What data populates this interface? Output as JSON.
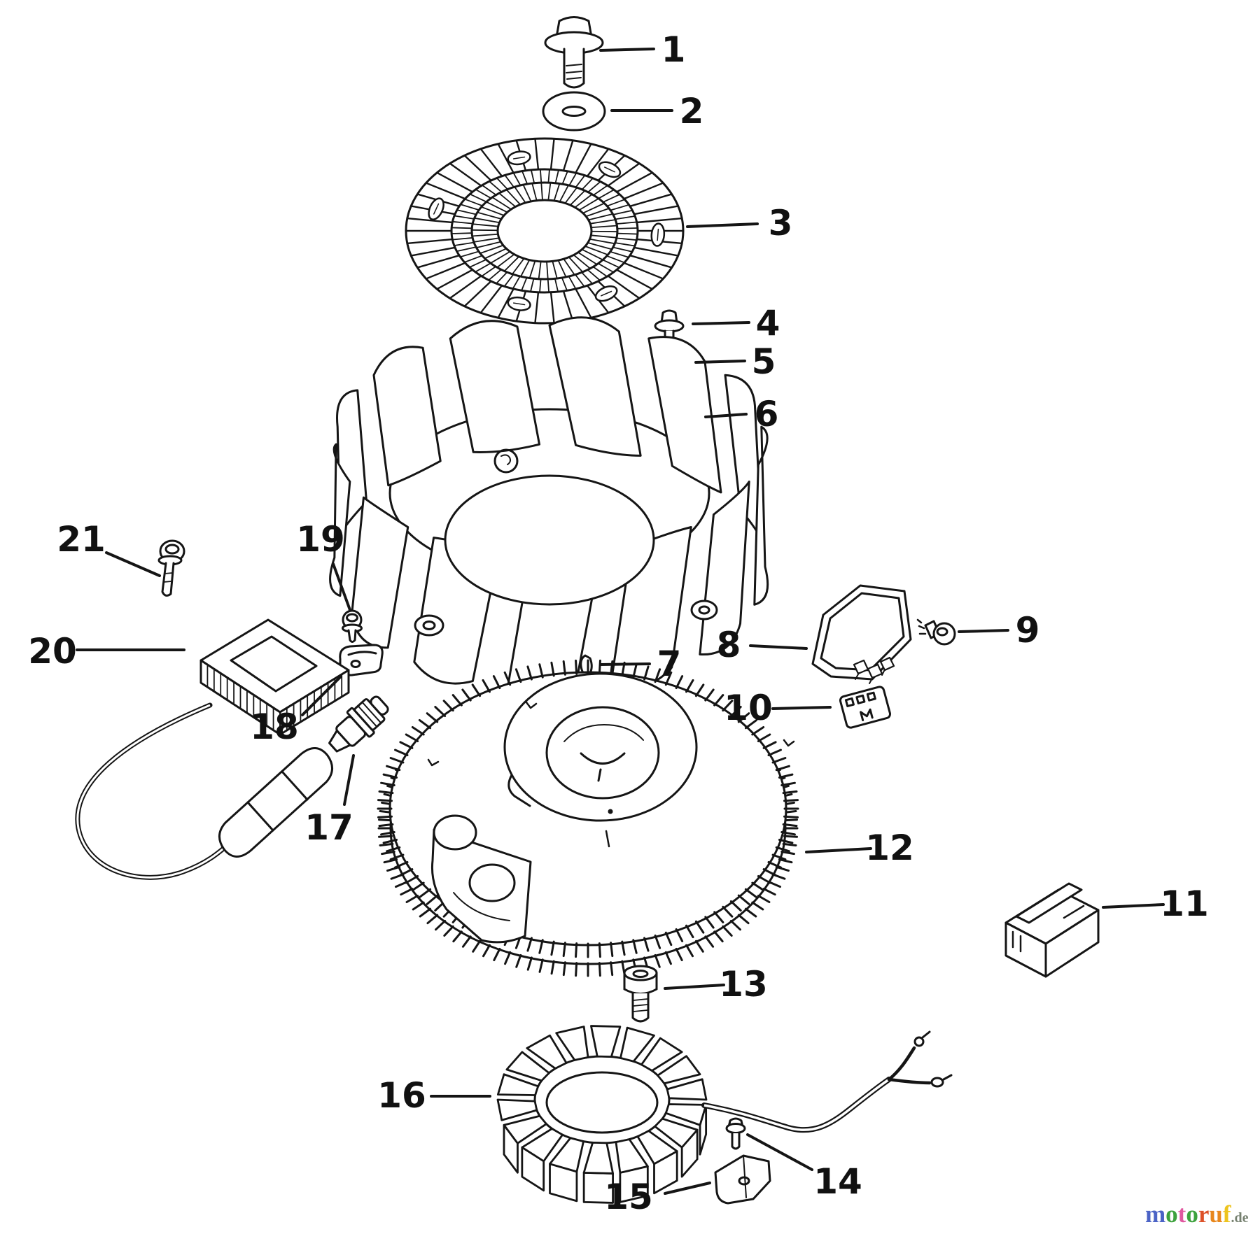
{
  "diagram": {
    "callouts": [
      {
        "label": "1"
      },
      {
        "label": "2"
      },
      {
        "label": "3"
      },
      {
        "label": "4"
      },
      {
        "label": "5"
      },
      {
        "label": "6"
      },
      {
        "label": "7"
      },
      {
        "label": "8"
      },
      {
        "label": "9"
      },
      {
        "label": "10"
      },
      {
        "label": "11"
      },
      {
        "label": "12"
      },
      {
        "label": "13"
      },
      {
        "label": "14"
      },
      {
        "label": "15"
      },
      {
        "label": "16"
      },
      {
        "label": "17"
      },
      {
        "label": "18"
      },
      {
        "label": "19"
      },
      {
        "label": "20"
      },
      {
        "label": "21"
      }
    ]
  },
  "watermark": {
    "letters": [
      {
        "ch": "m",
        "color": "#4b63c6"
      },
      {
        "ch": "o",
        "color": "#3da23d"
      },
      {
        "ch": "t",
        "color": "#e058a0"
      },
      {
        "ch": "o",
        "color": "#3da23d"
      },
      {
        "ch": "r",
        "color": "#dd5128"
      },
      {
        "ch": "u",
        "color": "#e8871c"
      },
      {
        "ch": "f",
        "color": "#edc41e"
      }
    ],
    "suffix": ".de",
    "suffix_color": "#75806f"
  },
  "canvas": {
    "background": "#ffffff",
    "ink": "#151515"
  }
}
